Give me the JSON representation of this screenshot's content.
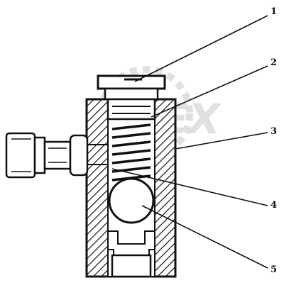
{
  "callouts": [
    {
      "number": "1"
    },
    {
      "number": "2"
    },
    {
      "number": "3"
    },
    {
      "number": "4"
    },
    {
      "number": "5"
    }
  ],
  "watermark": {
    "text": "OPEX",
    "color": "#c8c8c8"
  },
  "colors": {
    "ink": "#111111",
    "paper": "#ffffff"
  }
}
